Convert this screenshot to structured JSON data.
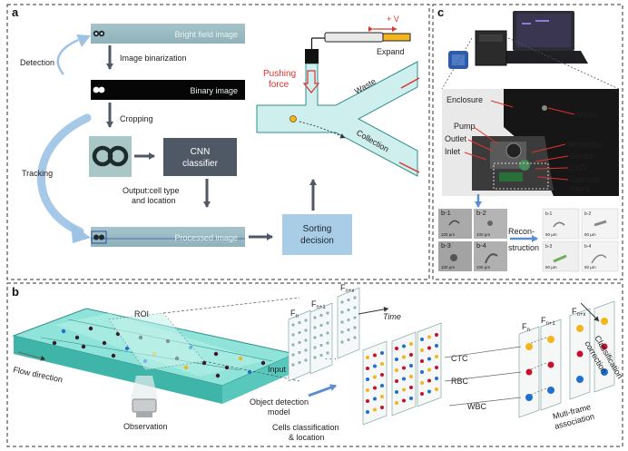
{
  "panels": {
    "a": {
      "letter": "a",
      "bright_field": "Bright field image",
      "binary": "Binary image",
      "processed": "Processed image",
      "detection": "Detection",
      "binarization": "Image binarization",
      "cropping": "Cropping",
      "tracking": "Tracking",
      "cnn": "CNN",
      "classifier": "classifier",
      "output_line1": "Output:cell type",
      "output_line2": "and location",
      "sorting_line1": "Sorting",
      "sorting_line2": "decision",
      "voltage": "+ V",
      "expand": "Expand",
      "pushing_line1": "Pushing",
      "pushing_line2": "force",
      "waste": "Waste",
      "collection": "Collection"
    },
    "b": {
      "letter": "b",
      "roi": "ROI",
      "flow_direction": "Flow direction",
      "observation": "Observation",
      "input": "Input",
      "time": "Time",
      "frame_n": "F",
      "frame_n_sub": "n",
      "frame_n1_sub": "n+1",
      "frame_nx_sub": "n+x",
      "object_line1": "Object detection",
      "object_line2": "model",
      "cells_line1": "Cells classification",
      "cells_line2": "& location",
      "ctc": "CTC",
      "rbc": "RBC",
      "wbc": "WBC",
      "multi_line1": "Muti-frame",
      "multi_line2": "association",
      "class_line1": "Classification",
      "class_line2": "correction"
    },
    "c": {
      "letter": "c",
      "enclosure": "Enclosure",
      "mirror": "Mirror",
      "pump": "Pump",
      "outlet": "Outlet",
      "inlet": "Inlet",
      "microchip": "Microchip",
      "sensor": "Sensor",
      "led": "LED",
      "spectral_line1": "Spectral",
      "spectral_line2": "filters",
      "recon_line1": "Recon-",
      "recon_line2": "struction",
      "scale_labels": [
        "100 µm",
        "100 µm",
        "100 µm",
        "100 µm",
        "50 µm",
        "50 µm",
        "50 µm",
        "50 µm"
      ],
      "thumb_labels": [
        "b-1",
        "b-2",
        "b-3",
        "b-4",
        "b-1",
        "b-2",
        "b-3",
        "b-4"
      ]
    }
  },
  "colors": {
    "channel": "#cfeeee",
    "channel_edge": "#2f8f8f",
    "dark_box": "#4f5966",
    "light_box": "#a9cde6",
    "arrow": "#4f5966",
    "tracking_arrow": "#9cc3e4",
    "red": "#e0322e",
    "ctc_yellow": "#f2b51e",
    "rbc_red": "#c8102e",
    "wbc_blue": "#1f6fd1"
  }
}
